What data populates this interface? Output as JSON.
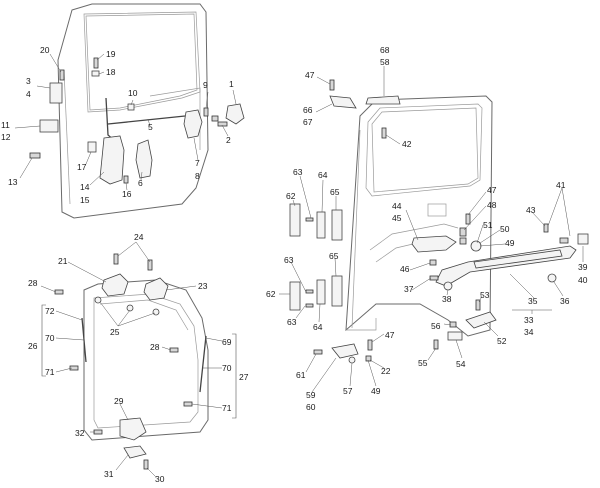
{
  "callouts": [
    {
      "id": "c20",
      "text": "20"
    },
    {
      "id": "c19",
      "text": "19"
    },
    {
      "id": "c18",
      "text": "18"
    },
    {
      "id": "c3",
      "text": "3"
    },
    {
      "id": "c4",
      "text": "4"
    },
    {
      "id": "c11",
      "text": "11"
    },
    {
      "id": "c12",
      "text": "12"
    },
    {
      "id": "c13",
      "text": "13"
    },
    {
      "id": "c10",
      "text": "10"
    },
    {
      "id": "c9",
      "text": "9"
    },
    {
      "id": "c1",
      "text": "1"
    },
    {
      "id": "c5",
      "text": "5"
    },
    {
      "id": "c2",
      "text": "2"
    },
    {
      "id": "c17",
      "text": "17"
    },
    {
      "id": "c14",
      "text": "14"
    },
    {
      "id": "c15",
      "text": "15"
    },
    {
      "id": "c16",
      "text": "16"
    },
    {
      "id": "c6",
      "text": "6"
    },
    {
      "id": "c7",
      "text": "7"
    },
    {
      "id": "c8",
      "text": "8"
    },
    {
      "id": "c68",
      "text": "68"
    },
    {
      "id": "c58",
      "text": "58"
    },
    {
      "id": "c47a",
      "text": "47"
    },
    {
      "id": "c66",
      "text": "66"
    },
    {
      "id": "c67",
      "text": "67"
    },
    {
      "id": "c42",
      "text": "42"
    },
    {
      "id": "c63a",
      "text": "63"
    },
    {
      "id": "c64a",
      "text": "64"
    },
    {
      "id": "c65a",
      "text": "65"
    },
    {
      "id": "c62a",
      "text": "62"
    },
    {
      "id": "c47b",
      "text": "47"
    },
    {
      "id": "c48",
      "text": "48"
    },
    {
      "id": "c44",
      "text": "44"
    },
    {
      "id": "c45",
      "text": "45"
    },
    {
      "id": "c41",
      "text": "41"
    },
    {
      "id": "c43",
      "text": "43"
    },
    {
      "id": "c51",
      "text": "51"
    },
    {
      "id": "c50",
      "text": "50"
    },
    {
      "id": "c49a",
      "text": "49"
    },
    {
      "id": "c63b",
      "text": "63"
    },
    {
      "id": "c65b",
      "text": "65"
    },
    {
      "id": "c46",
      "text": "46"
    },
    {
      "id": "c39",
      "text": "39"
    },
    {
      "id": "c40",
      "text": "40"
    },
    {
      "id": "c62b",
      "text": "62"
    },
    {
      "id": "c37",
      "text": "37"
    },
    {
      "id": "c38",
      "text": "38"
    },
    {
      "id": "c53",
      "text": "53"
    },
    {
      "id": "c35",
      "text": "35"
    },
    {
      "id": "c36",
      "text": "36"
    },
    {
      "id": "c63c",
      "text": "63"
    },
    {
      "id": "c64b",
      "text": "64"
    },
    {
      "id": "c33",
      "text": "33"
    },
    {
      "id": "c34",
      "text": "34"
    },
    {
      "id": "c47c",
      "text": "47"
    },
    {
      "id": "c56",
      "text": "56"
    },
    {
      "id": "c52",
      "text": "52"
    },
    {
      "id": "c55",
      "text": "55"
    },
    {
      "id": "c54",
      "text": "54"
    },
    {
      "id": "c22",
      "text": "22"
    },
    {
      "id": "c61",
      "text": "61"
    },
    {
      "id": "c57",
      "text": "57"
    },
    {
      "id": "c49b",
      "text": "49"
    },
    {
      "id": "c59",
      "text": "59"
    },
    {
      "id": "c60",
      "text": "60"
    },
    {
      "id": "c24",
      "text": "24"
    },
    {
      "id": "c21",
      "text": "21"
    },
    {
      "id": "c28a",
      "text": "28"
    },
    {
      "id": "c23",
      "text": "23"
    },
    {
      "id": "c72",
      "text": "72"
    },
    {
      "id": "c25",
      "text": "25"
    },
    {
      "id": "c70a",
      "text": "70"
    },
    {
      "id": "c26",
      "text": "26"
    },
    {
      "id": "c69",
      "text": "69"
    },
    {
      "id": "c28b",
      "text": "28"
    },
    {
      "id": "c70b",
      "text": "70"
    },
    {
      "id": "c27",
      "text": "27"
    },
    {
      "id": "c71a",
      "text": "71"
    },
    {
      "id": "c71b",
      "text": "71"
    },
    {
      "id": "c29",
      "text": "29"
    },
    {
      "id": "c32",
      "text": "32"
    },
    {
      "id": "c31",
      "text": "31"
    },
    {
      "id": "c30",
      "text": "30"
    }
  ]
}
